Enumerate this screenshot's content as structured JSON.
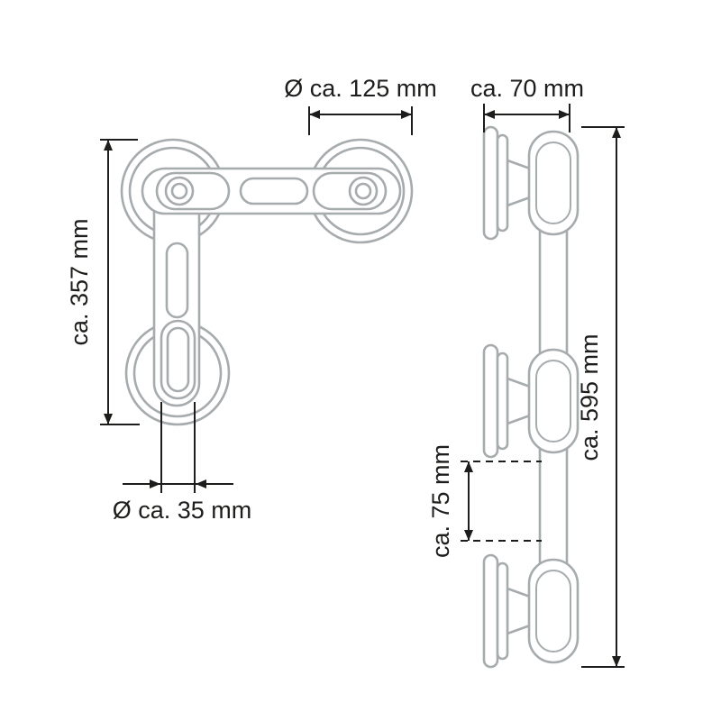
{
  "drawing": {
    "front_view": {
      "dim_diameter_large": "Ø ca. 125 mm",
      "dim_height": "ca. 357 mm",
      "dim_diameter_small": "Ø ca. 35 mm"
    },
    "side_view": {
      "dim_depth": "ca. 70 mm",
      "dim_length": "ca. 595 mm",
      "dim_gap": "ca. 75 mm"
    }
  },
  "colors": {
    "outline": "#a6abae",
    "dimension": "#1d1d1b",
    "background": "#ffffff"
  }
}
